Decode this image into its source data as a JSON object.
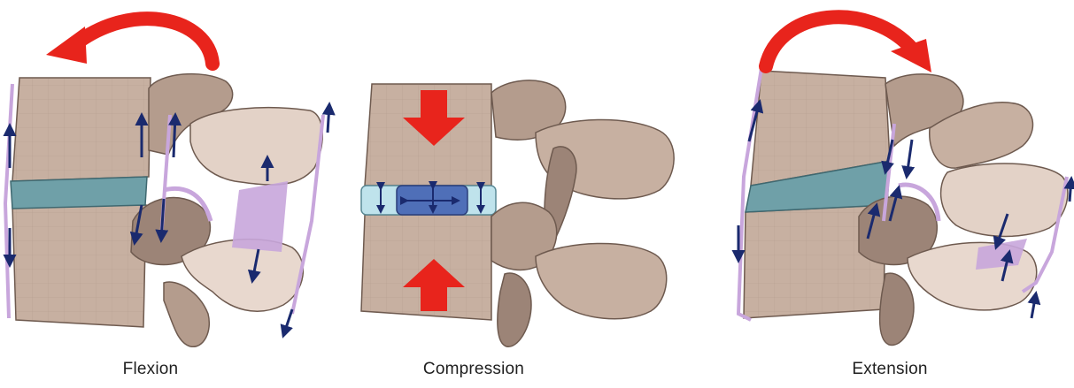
{
  "panels": [
    {
      "label": "Flexion"
    },
    {
      "label": "Compression"
    },
    {
      "label": "Extension"
    }
  ],
  "colors": {
    "bone": "#c7b0a1",
    "bone_dark": "#8d7669",
    "bone_light": "#e8d8ce",
    "disc": "#6fa0a8",
    "disc_center": "#4f6fb8",
    "disc_annulus": "#bfe3ec",
    "ligament": "#c8a6dc",
    "motion_arrow": "#e8241c",
    "force_arrow": "#1a2a6e"
  }
}
